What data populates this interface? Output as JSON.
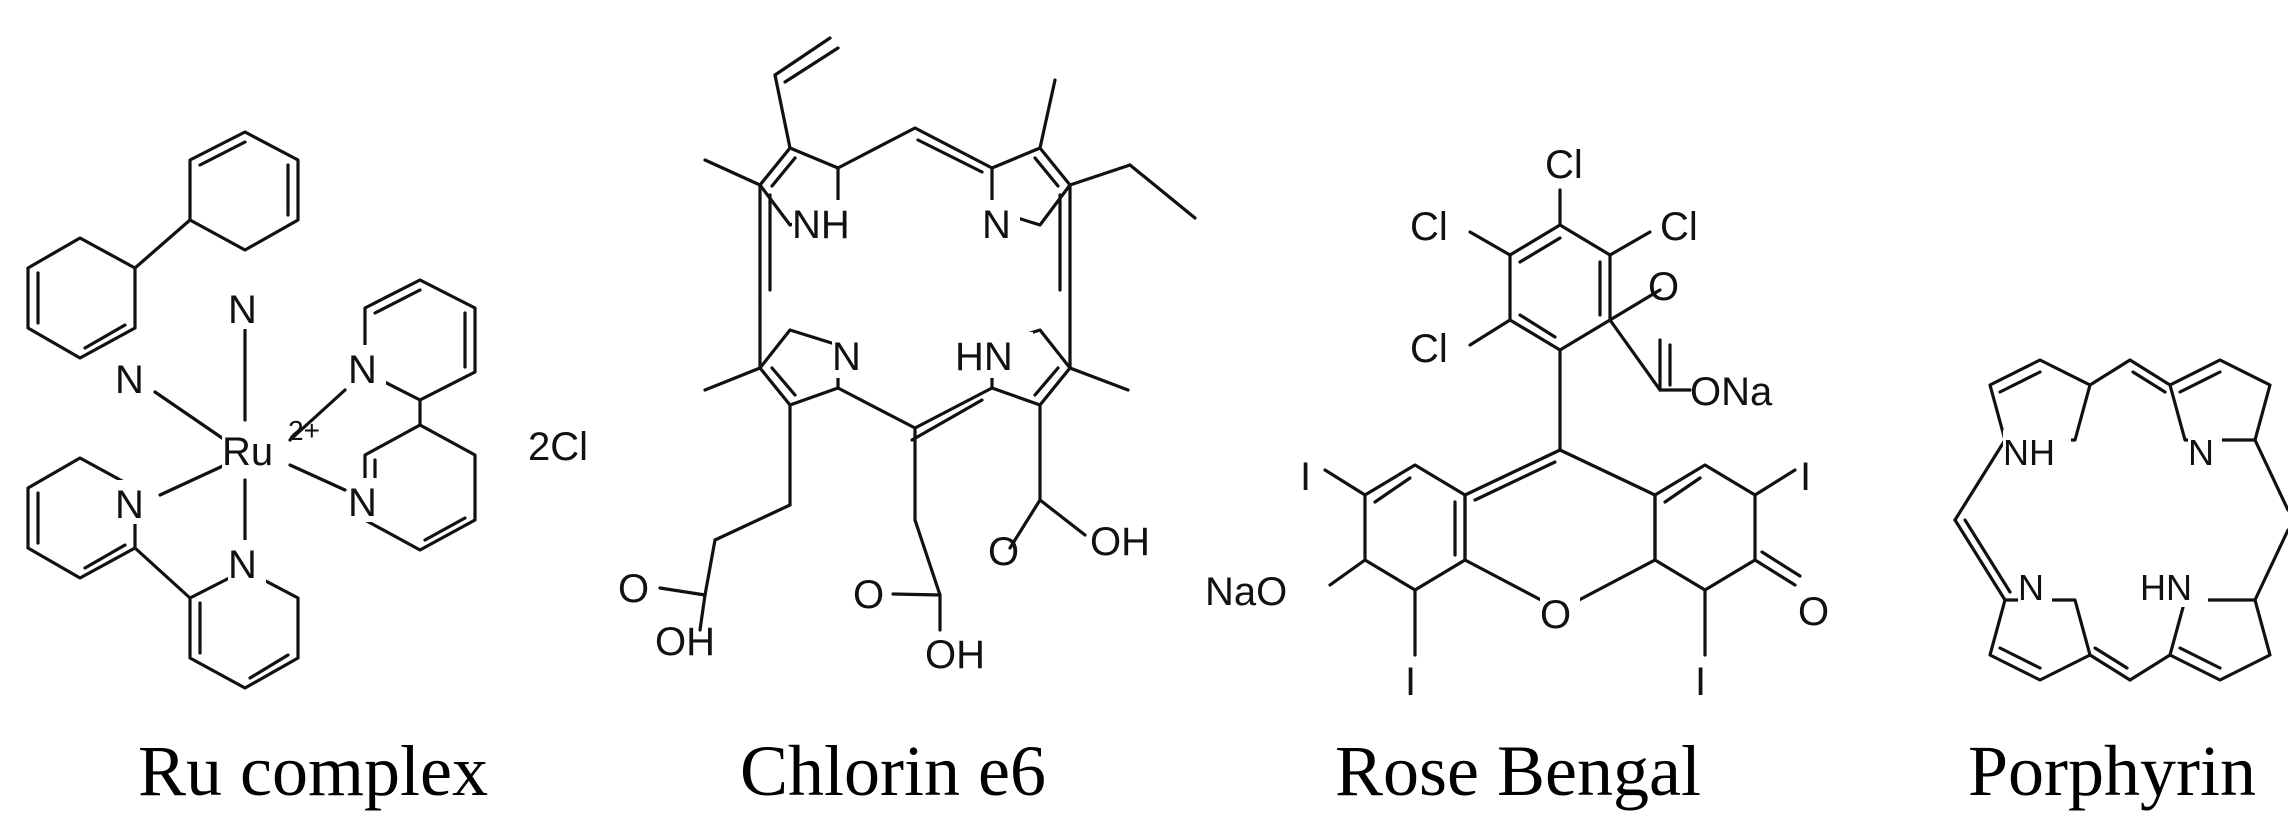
{
  "molecules": [
    {
      "caption": "Ru complex",
      "metal": "Ru",
      "charge": "2+",
      "counterion": "2Cl",
      "atoms": {
        "N": "N"
      }
    },
    {
      "caption": "Chlorin e6",
      "atoms": {
        "NH": "NH",
        "N": "N",
        "HN": "HN",
        "O": "O",
        "OH": "OH"
      }
    },
    {
      "caption": "Rose Bengal",
      "atoms": {
        "Cl": "Cl",
        "ONa": "ONa",
        "NaO": "NaO",
        "I": "I",
        "O": "O"
      }
    },
    {
      "caption": "Porphyrin",
      "atoms": {
        "NH": "NH",
        "N": "N",
        "HN": "HN"
      }
    }
  ]
}
